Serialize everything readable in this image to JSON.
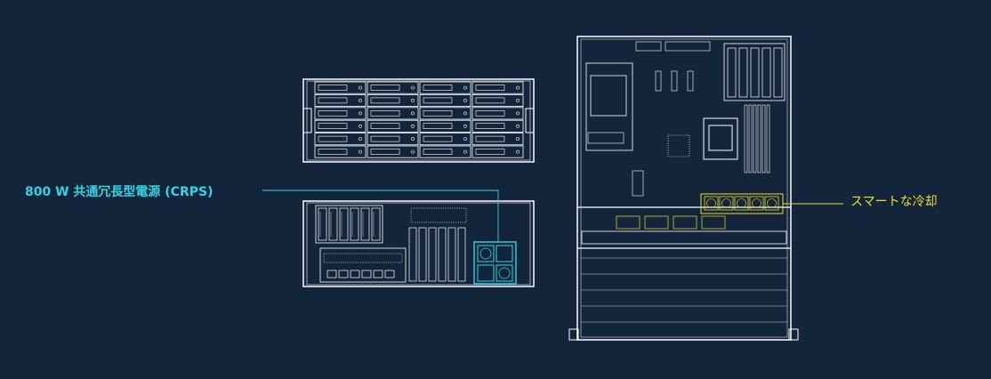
{
  "callouts": {
    "psu_label": "800 W 共通冗長型電源 (CRPS)",
    "cooling_label": "スマートな冷却"
  },
  "colors": {
    "background": "#13253b",
    "line_art": "#ffffff",
    "psu_highlight": "#30d5e4",
    "cooling_highlight": "#f0dc28"
  },
  "views": {
    "front": {
      "drive_rows": 6,
      "drive_columns": 4
    },
    "rear": {
      "pcie_slots": 6
    },
    "top": {
      "dimm_slots": 6,
      "fans": 5
    }
  }
}
